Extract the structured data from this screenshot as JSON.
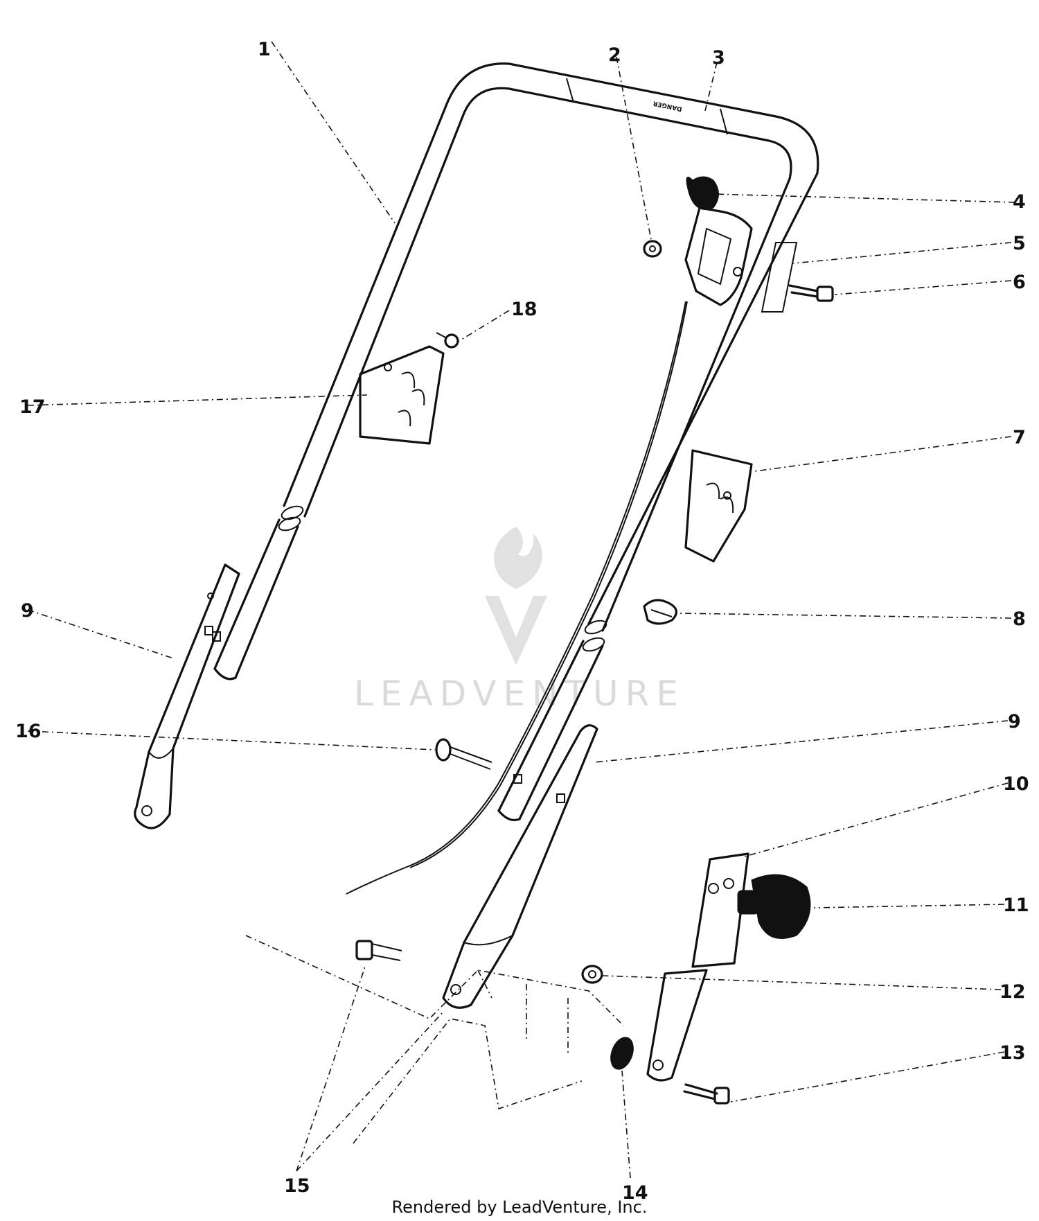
{
  "callouts": [
    {
      "label": "1"
    },
    {
      "label": "2"
    },
    {
      "label": "3"
    },
    {
      "label": "4"
    },
    {
      "label": "5"
    },
    {
      "label": "6"
    },
    {
      "label": "7"
    },
    {
      "label": "8"
    },
    {
      "label": "9"
    },
    {
      "label": "9"
    },
    {
      "label": "10"
    },
    {
      "label": "11"
    },
    {
      "label": "12"
    },
    {
      "label": "13"
    },
    {
      "label": "14"
    },
    {
      "label": "15"
    },
    {
      "label": "16"
    },
    {
      "label": "17"
    },
    {
      "label": "18"
    }
  ],
  "decal": {
    "text": "DANGER"
  },
  "watermark": {
    "text": "LEADVENTURE"
  },
  "footer": {
    "text": "Rendered by LeadVenture, Inc."
  }
}
